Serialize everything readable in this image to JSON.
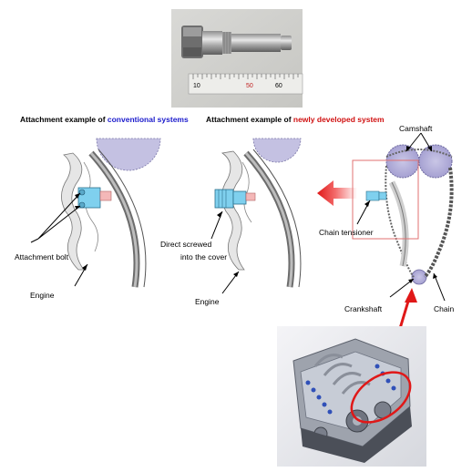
{
  "headers": {
    "left_prefix": "Attachment example of ",
    "left_highlight": "conventional systems",
    "left_highlight_color": "#1a1acc",
    "right_prefix": "Attachment example of ",
    "right_highlight": "newly developed system",
    "right_highlight_color": "#d01010"
  },
  "labels": {
    "attachment_bolt": "Attachment bolt",
    "engine_left": "Engine",
    "direct_screwed_line1": "Direct screwed",
    "direct_screwed_line2": "into the cover",
    "engine_right": "Engine",
    "camshaft": "Camshaft",
    "chain_tensioner": "Chain tensioner",
    "crankshaft": "Crankshaft",
    "chain": "Chain"
  },
  "ruler": {
    "numbers": [
      "10",
      "50",
      "60"
    ]
  },
  "colors": {
    "tensioner_fill": "#7fd0ee",
    "arrow_red": "#e01818",
    "sprocket_fill": "#b8b4dc"
  }
}
